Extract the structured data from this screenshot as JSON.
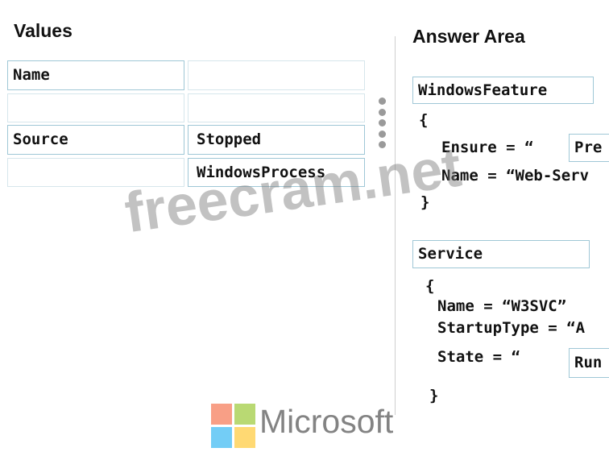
{
  "values_panel": {
    "title": "Values",
    "tiles": [
      "Name",
      "",
      "",
      "",
      "Source",
      "Stopped",
      "",
      "WindowsProcess"
    ]
  },
  "answer_area": {
    "title": "Answer Area",
    "block1": {
      "resource_slot": "WindowsFeature",
      "open_brace": "{",
      "ensure_line": "Ensure = “",
      "ensure_slot": "Pre",
      "name_line": "Name = “Web-Serv",
      "close_brace": "}"
    },
    "block2": {
      "resource_slot": "Service",
      "open_brace": "{",
      "name_line": "Name = “W3SVC”",
      "startup_line": "StartupType = “A",
      "state_line": "State = “",
      "state_slot": "Run",
      "close_brace": "}"
    }
  },
  "watermark": "freecram.net",
  "brand": {
    "name": "Microsoft",
    "colors": [
      "#f25022",
      "#7fba00",
      "#00a4ef",
      "#ffb900"
    ]
  }
}
